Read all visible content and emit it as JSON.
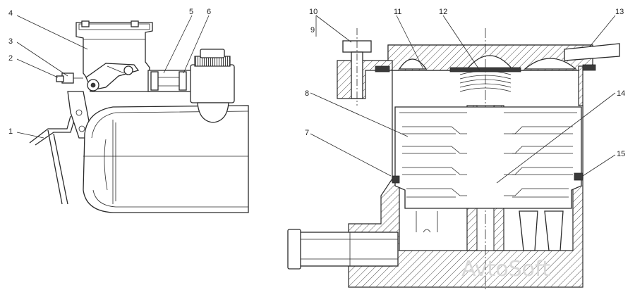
{
  "callouts": {
    "c1": "1",
    "c2": "2",
    "c3": "3",
    "c4": "4",
    "c5": "5",
    "c6": "6",
    "c7": "7",
    "c8": "8",
    "c9": "9",
    "c10": "10",
    "c11": "11",
    "c12": "12",
    "c13": "13",
    "c14": "14",
    "c15": "15"
  },
  "watermark": "AvtoSoft"
}
